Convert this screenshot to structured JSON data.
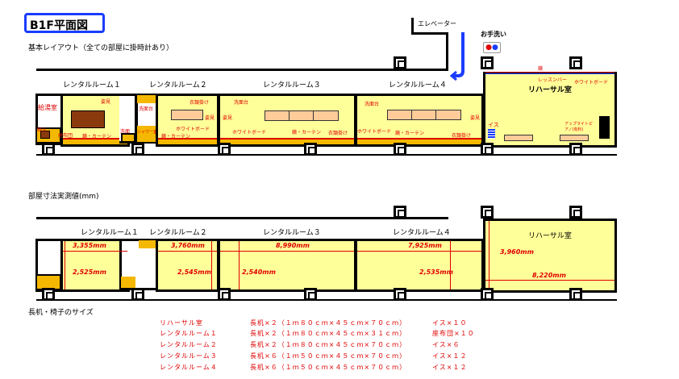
{
  "title": "B1F平面図",
  "section1": "基本レイアウト（全ての部屋に掛時計あり）",
  "section2": "部屋寸法実測値(mm)",
  "section3": "長机・椅子のサイズ",
  "elevator": "エレベーター",
  "restroom": "お手洗い",
  "rooms": {
    "r1": "レンタルルーム１",
    "r2": "レンタルルーム２",
    "r3": "レンタルルーム３",
    "r4": "レンタルルーム４",
    "rehearsal": "リハーサル室"
  },
  "fixtures": {
    "kitchen": "給湯室",
    "storage": "物入",
    "cushion": "座布団",
    "mirror": "姿見",
    "mirror_curtain": "鏡・カーテン",
    "washroom": "洗面",
    "washbasin": "洗面台",
    "shower": "シャワー室",
    "hanger": "衣類掛け",
    "whiteboard": "ホワイトボード",
    "mirror_only": "鏡",
    "lesson_bar": "レッスンバー",
    "chairs": "イス",
    "piano": "アップライトピアノ(有料)"
  },
  "dimensions": {
    "r1_w": "3,355mm",
    "r1_d": "2,525mm",
    "r2_w": "3,760mm",
    "r2_d": "2,545mm",
    "r3_w": "8,990mm",
    "r3_d": "2,540mm",
    "r4_w": "7,925mm",
    "r4_d": "2,535mm",
    "reh_d": "3,960mm",
    "reh_w": "8,220mm"
  },
  "furniture_table": [
    {
      "room": "リハーサル室",
      "tables": "長机×２（１ｍ８０ｃｍ×４５ｃｍ×７０ｃｍ）",
      "seats": "イス×１０"
    },
    {
      "room": "レンタルルーム１",
      "tables": "長机×２（１ｍ８０ｃｍ×４５ｃｍ×３１ｃｍ）",
      "seats": "座布団×１０"
    },
    {
      "room": "レンタルルーム２",
      "tables": "長机×２（１ｍ８０ｃｍ×４５ｃｍ×７０ｃｍ）",
      "seats": "イス×６"
    },
    {
      "room": "レンタルルーム３",
      "tables": "長机×６（１ｍ５０ｃｍ×４５ｃｍ×７０ｃｍ）",
      "seats": "イス×１２"
    },
    {
      "room": "レンタルルーム４",
      "tables": "長机×６（１ｍ５０ｃｍ×４５ｃｍ×７０ｃｍ）",
      "seats": "イス×１２"
    }
  ],
  "colors": {
    "room": "#ffff99",
    "strip": "#f5b800",
    "accent": "#e00000",
    "title_border": "#1a3cff"
  }
}
